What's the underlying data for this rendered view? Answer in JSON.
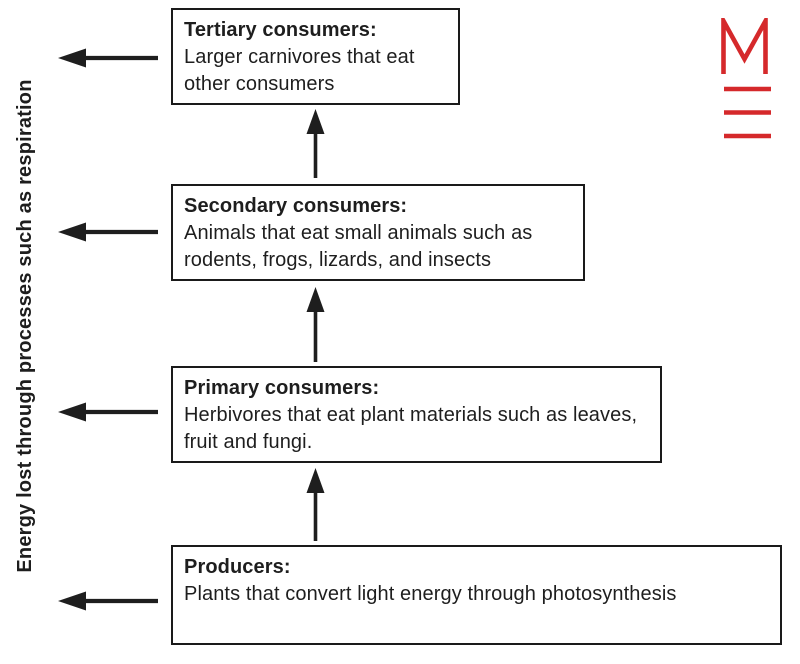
{
  "diagram": {
    "side_label": "Energy lost through processes such as respiration",
    "levels": [
      {
        "title": "Tertiary consumers:",
        "description": "Larger carnivores that eat other consumers"
      },
      {
        "title": "Secondary consumers:",
        "description": "Animals that eat small animals such as rodents, frogs, lizards, and insects"
      },
      {
        "title": "Primary consumers:",
        "description": "Herbivores that eat plant materials such as leaves, fruit and fungi."
      },
      {
        "title": "Producers:",
        "description": "Plants that convert light energy through photosynthesis"
      }
    ],
    "flow_direction": "up",
    "loss_direction": "left"
  },
  "logo": {
    "letter": "M",
    "lines_count": 3
  },
  "colors": {
    "accent": "#d5292b",
    "ink": "#1e1e1e",
    "border": "#1a1a1a",
    "background": "#ffffff"
  }
}
